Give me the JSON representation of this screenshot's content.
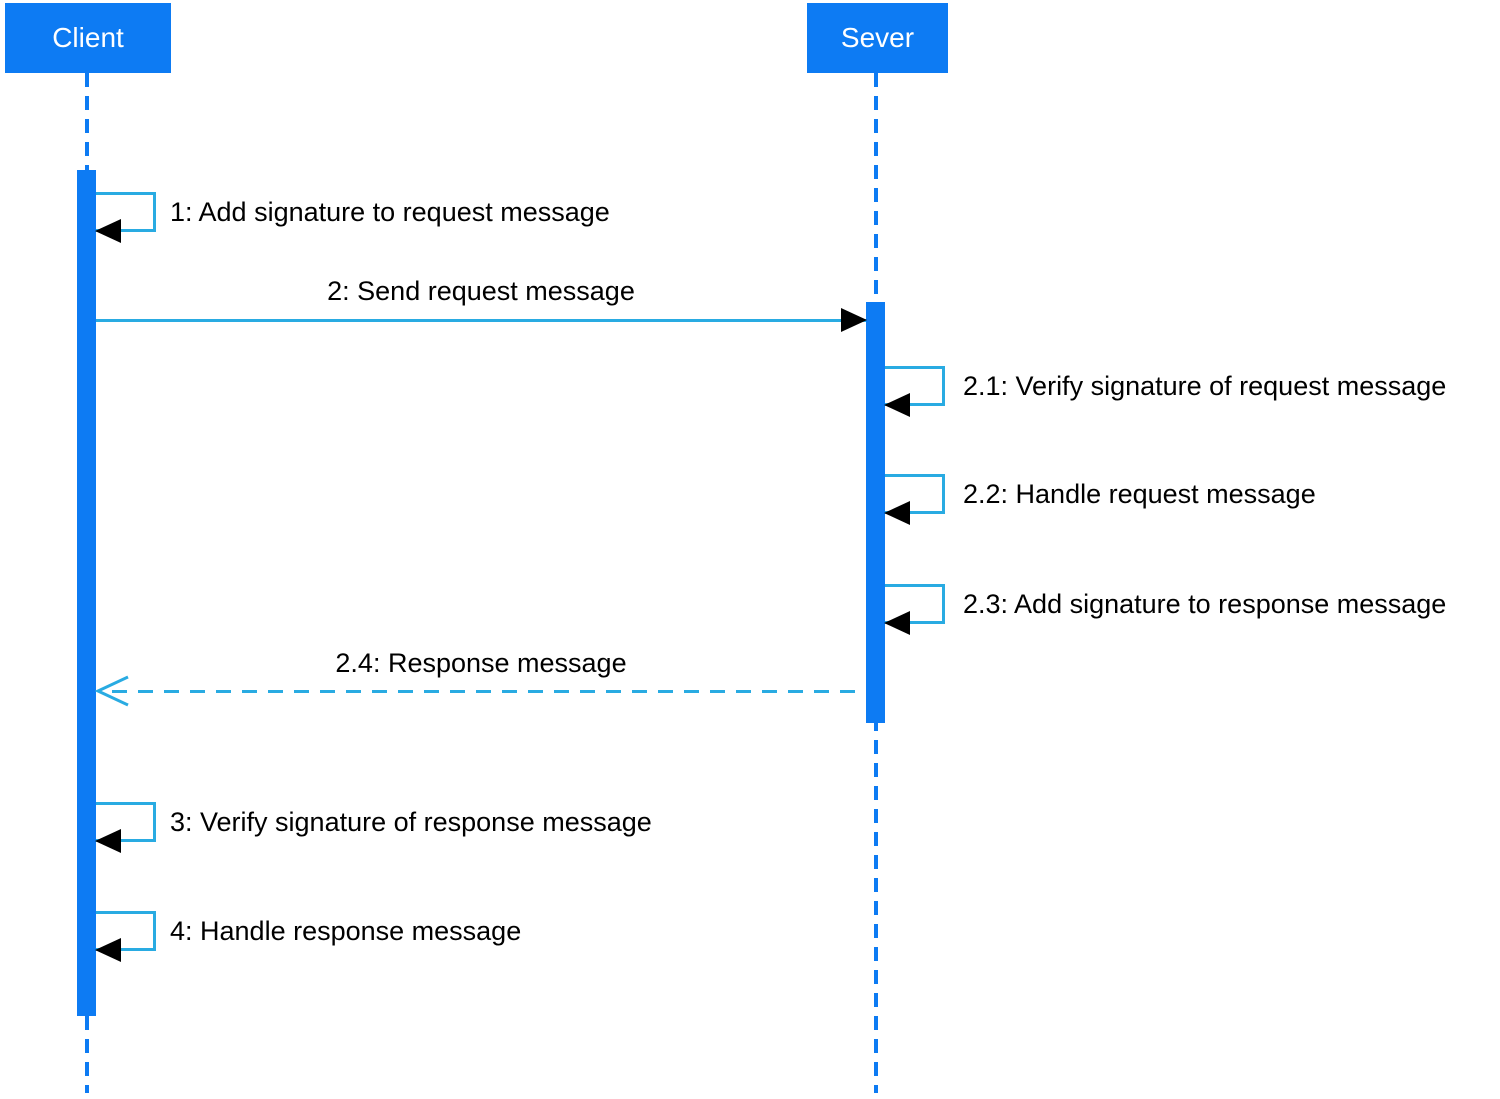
{
  "diagram": {
    "type": "uml-sequence-diagram",
    "actors": [
      {
        "id": "client",
        "label": "Client"
      },
      {
        "id": "server",
        "label": "Sever"
      }
    ],
    "messages": [
      {
        "label": "1: Add signature to request message",
        "type": "self-message",
        "actor": "client"
      },
      {
        "label": "2: Send request message",
        "type": "solid-arrow",
        "from": "client",
        "to": "server"
      },
      {
        "label": "2.1: Verify signature of request message",
        "type": "self-message",
        "actor": "server"
      },
      {
        "label": "2.2: Handle request message",
        "type": "self-message",
        "actor": "server"
      },
      {
        "label": "2.3: Add signature to response message",
        "type": "self-message",
        "actor": "server"
      },
      {
        "label": "2.4: Response message",
        "type": "dashed-return",
        "from": "server",
        "to": "client"
      },
      {
        "label": "3: Verify signature of response message",
        "type": "self-message",
        "actor": "client"
      },
      {
        "label": "4: Handle response message",
        "type": "self-message",
        "actor": "client"
      }
    ],
    "colors": {
      "actor_fill": "#0d7bf3",
      "lifeline": "#0d7bf3",
      "activation_fill": "#0d7bf3",
      "message_line": "#29ABE2",
      "arrowhead": "#000000",
      "text": "#000000",
      "actor_text": "#ffffff"
    }
  }
}
